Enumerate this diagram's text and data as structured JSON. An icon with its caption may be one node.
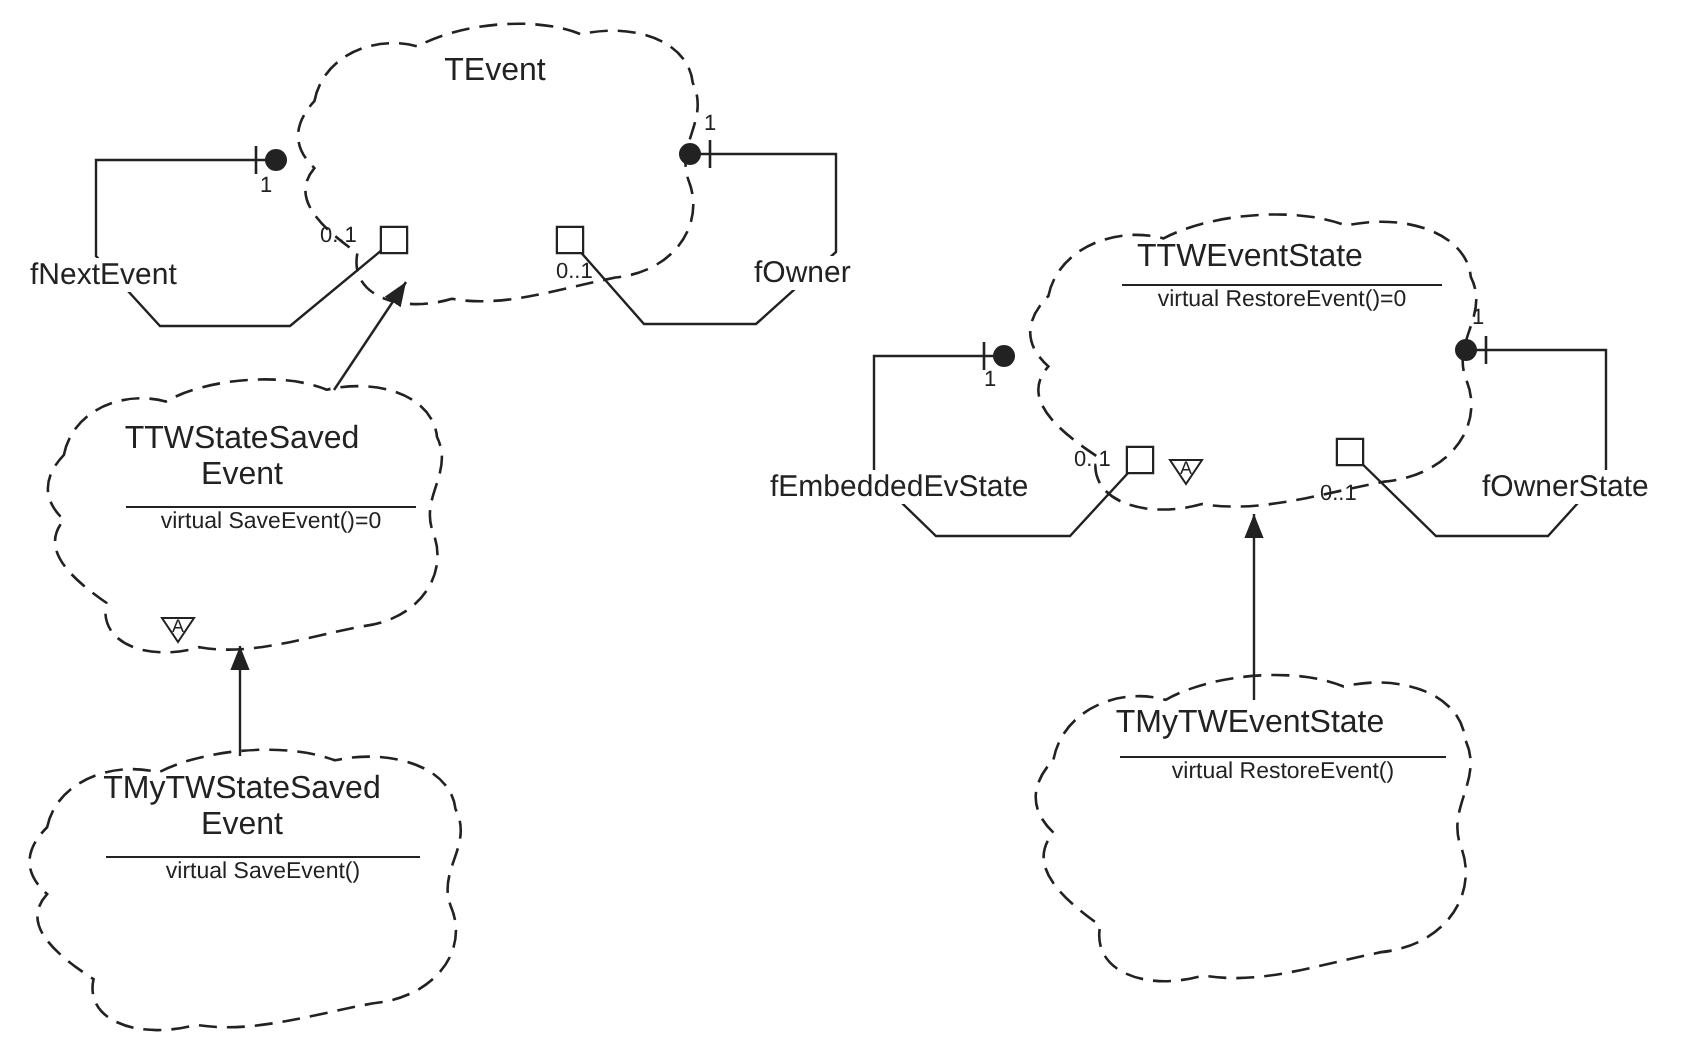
{
  "diagram": {
    "nodes": [
      {
        "text": [
          "TEvent"
        ]
      },
      {
        "text": [
          "TTWStateSaved Event",
          "virtual SaveEvent()=0"
        ]
      },
      {
        "text": [
          "TMyTWStateSaved Event",
          "virtual SaveEvent()"
        ]
      },
      {
        "text": [
          "TTWEventState",
          "virtual RestoreEvent()=0"
        ]
      },
      {
        "text": [
          "TMyTWEventState",
          "virtual RestoreEvent()"
        ]
      }
    ],
    "edges": [
      {
        "from": 0,
        "to": 0,
        "arrow": "other",
        "label": "fNextEvent"
      },
      {
        "from": 0,
        "to": 0,
        "arrow": "other",
        "label": "fOwner"
      },
      {
        "from": 1,
        "to": 0,
        "arrow": "to"
      },
      {
        "from": 2,
        "to": 1,
        "arrow": "to"
      },
      {
        "from": 3,
        "to": 3,
        "arrow": "other",
        "label": "fEmbeddedEvState"
      },
      {
        "from": 3,
        "to": 3,
        "arrow": "other",
        "label": "fOwnerState"
      },
      {
        "from": 4,
        "to": 3,
        "arrow": "to"
      }
    ],
    "labels": [
      "1",
      "0..1",
      "0..1",
      "1",
      "A",
      "1",
      "0..1",
      "A",
      "0..1",
      "1"
    ]
  }
}
